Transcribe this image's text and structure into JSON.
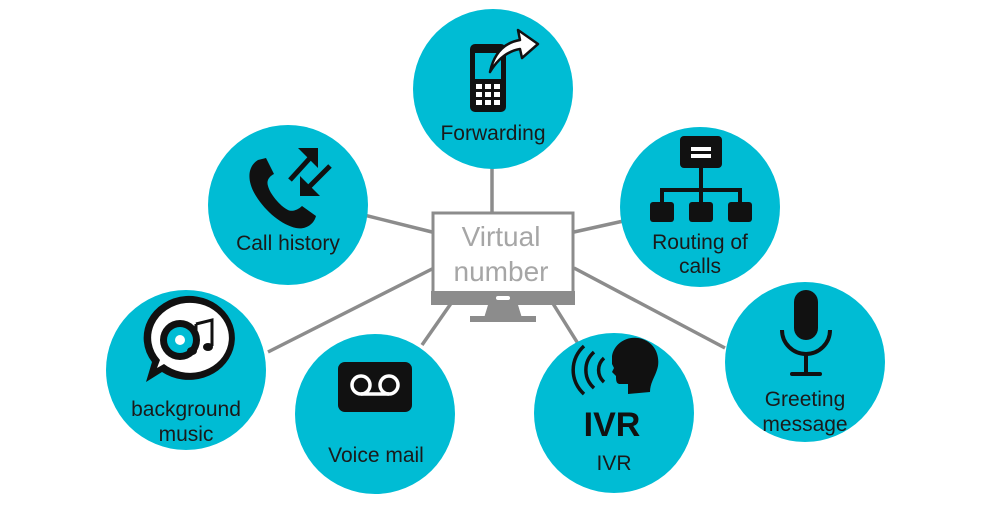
{
  "colors": {
    "node_fill": "#00bcd4",
    "connector": "#8c8c8c",
    "monitor_frame": "#8c8c8c",
    "center_text": "#a6a6a6"
  },
  "center": {
    "label_line1": "Virtual",
    "label_line2": "number"
  },
  "nodes": {
    "forwarding": {
      "icon": "phone-forward-icon",
      "label_line1": "Forwarding"
    },
    "call_history": {
      "icon": "phone-arrows-icon",
      "label_line1": "Call history"
    },
    "routing": {
      "icon": "org-chart-icon",
      "label_line1": "Routing of",
      "label_line2": "calls"
    },
    "background_music": {
      "icon": "music-disc-icon",
      "label_line1": "background",
      "label_line2": "music"
    },
    "voice_mail": {
      "icon": "voicemail-icon",
      "label_line1": "Voice mail"
    },
    "ivr": {
      "icon": "speaking-head-icon",
      "icon_text": "IVR",
      "label_line1": "IVR"
    },
    "greeting": {
      "icon": "microphone-icon",
      "label_line1": "Greeting",
      "label_line2": "message"
    }
  }
}
